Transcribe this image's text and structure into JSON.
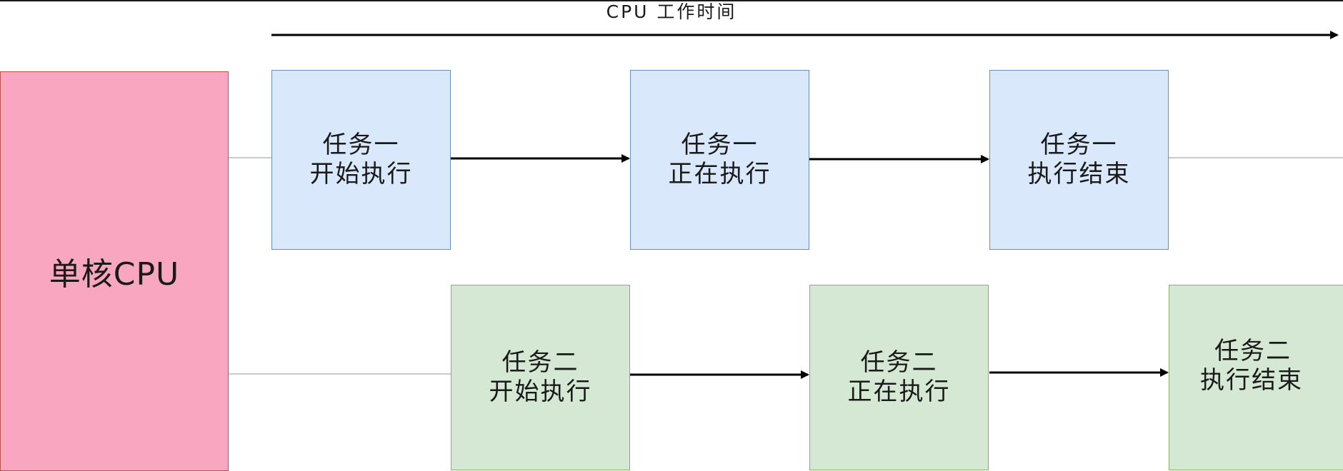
{
  "timeline": {
    "label": "CPU 工作时间"
  },
  "cpu": {
    "label": "单核CPU"
  },
  "task1": {
    "steps": [
      {
        "line1": "任务一",
        "line2": "开始执行"
      },
      {
        "line1": "任务一",
        "line2": "正在执行"
      },
      {
        "line1": "任务一",
        "line2": "执行结束"
      }
    ]
  },
  "task2": {
    "steps": [
      {
        "line1": "任务二",
        "line2": "开始执行"
      },
      {
        "line1": "任务二",
        "line2": "正在执行"
      },
      {
        "line1": "任务二",
        "line2": "执行结束"
      }
    ]
  },
  "colors": {
    "cpu": "#f9a7c0",
    "task1": "#dae8fc",
    "task2": "#d5e8d4",
    "arrow": "#000000"
  }
}
